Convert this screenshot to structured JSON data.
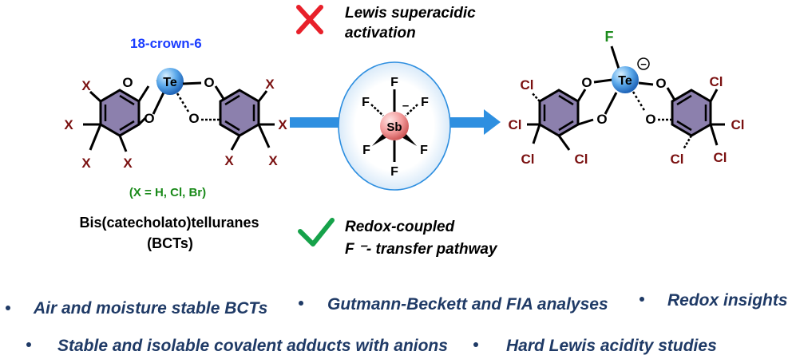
{
  "left_molecule": {
    "crown_label": "18-crown-6",
    "center_atom": "Te",
    "oxygen": "O",
    "substituent": "X",
    "x_def": "(X = H, Cl, Br)",
    "name_line1": "Bis(catecholato)telluranes",
    "name_line2": "(BCTs)"
  },
  "middle": {
    "cross_text_line1": "Lewis superacidic",
    "cross_text_line2": "activation",
    "anion_center": "Sb",
    "fluorine": "F",
    "minus": "–",
    "check_text_line1": "Redox-coupled",
    "check_text_line2": "F ⁻- transfer pathway"
  },
  "right_molecule": {
    "center_atom": "Te",
    "fluorine": "F",
    "chlorine": "Cl",
    "oxygen": "O",
    "charge": "−"
  },
  "bullets": [
    "Air and moisture stable BCTs",
    "Gutmann-Beckett and FIA analyses",
    "Redox insights",
    "Stable and isolable covalent adducts with anions",
    "Hard Lewis acidity studies"
  ],
  "colors": {
    "crown": "#1a3cff",
    "substituent": "#7a1010",
    "xdef": "#1a8a1a",
    "fluorine_green": "#1a8a1a",
    "arrow": "#2e8fe0",
    "cross": "#e8202a",
    "check": "#16a24a",
    "bullets": "#1f3a66"
  }
}
